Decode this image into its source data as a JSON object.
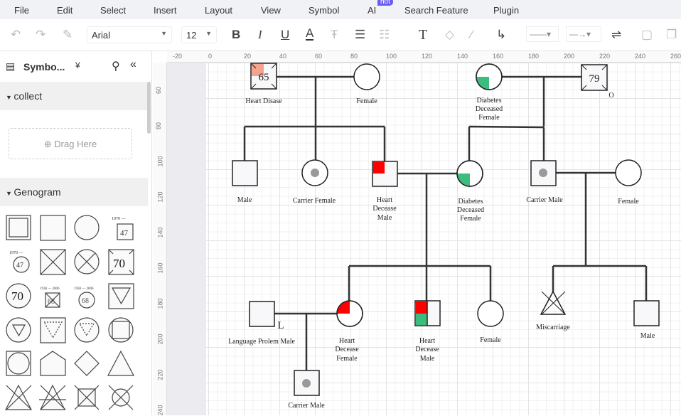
{
  "menu": [
    "File",
    "Edit",
    "Select",
    "Insert",
    "Layout",
    "View",
    "Symbol",
    "AI",
    "Search Feature",
    "Plugin"
  ],
  "hot_badge": "hot",
  "toolbar": {
    "font": "Arial",
    "size": "12",
    "bold": "B",
    "italic": "I",
    "underline": "U",
    "font_color": "A",
    "text_tool": "T"
  },
  "sidebar": {
    "title": "Symbo...",
    "collect": "collect",
    "drag_here": "Drag Here",
    "genogram": "Genogram",
    "icon_texts": {
      "y1970": "1970 —",
      "n47": "47",
      "n70": "70",
      "n68": "68",
      "span": "1938 — 2006"
    }
  },
  "ruler_h": [
    "-20",
    "0",
    "20",
    "40",
    "60",
    "80",
    "100",
    "120",
    "140",
    "160",
    "180",
    "200",
    "220",
    "240",
    "260"
  ],
  "ruler_v": [
    "60",
    "80",
    "100",
    "120",
    "140",
    "160",
    "180",
    "200",
    "220",
    "240"
  ],
  "diagram": {
    "heart_disease": {
      "age": "65",
      "label": "Heart Disase"
    },
    "female1": "Female",
    "diabetes1": [
      "Diabetes",
      "Deceased",
      "Female"
    ],
    "male79": {
      "age": "79",
      "mark": "O"
    },
    "male": "Male",
    "carrier_female": "Carrier Female",
    "heart_male": [
      "Heart",
      "Decease",
      "Male"
    ],
    "diabetes2": [
      "Diabetes",
      "Deceased",
      "Female"
    ],
    "carrier_male": "Carrier Male",
    "female2": "Female",
    "lang_male": {
      "label": "Language Prolem Male",
      "mark": "L"
    },
    "heart_female": [
      "Heart",
      "Decease",
      "Female"
    ],
    "heart_male2": [
      "Heart",
      "Decease",
      "Male"
    ],
    "female3": "Female",
    "miscarriage": "Miscarriage",
    "male2": "Male",
    "carrier_male2": "Carrier Male"
  },
  "colors": {
    "heart": "#ff0000",
    "heart_light": "#f4a38e",
    "diabetes": "#3dbd7d",
    "carrier": "#999999"
  }
}
